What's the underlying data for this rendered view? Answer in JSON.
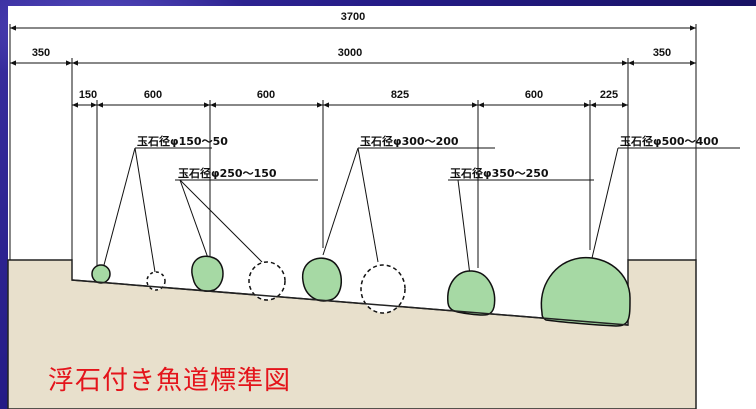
{
  "title": "浮石付き魚道標準図",
  "dimensions": {
    "total": "3700",
    "left_margin": "350",
    "channel": "3000",
    "right_margin": "350",
    "segments": [
      "150",
      "600",
      "600",
      "825",
      "600",
      "225"
    ]
  },
  "stone_labels": [
    "玉石径φ150〜50",
    "玉石径φ250〜150",
    "玉石径φ300〜200",
    "玉石径φ350〜250",
    "玉石径φ500〜400"
  ],
  "colors": {
    "background": "#1b1470",
    "panel": "#ffffff",
    "ground": "#e8e0cc",
    "stone_fill": "#a6d9a4",
    "caption": "#e4141b"
  }
}
